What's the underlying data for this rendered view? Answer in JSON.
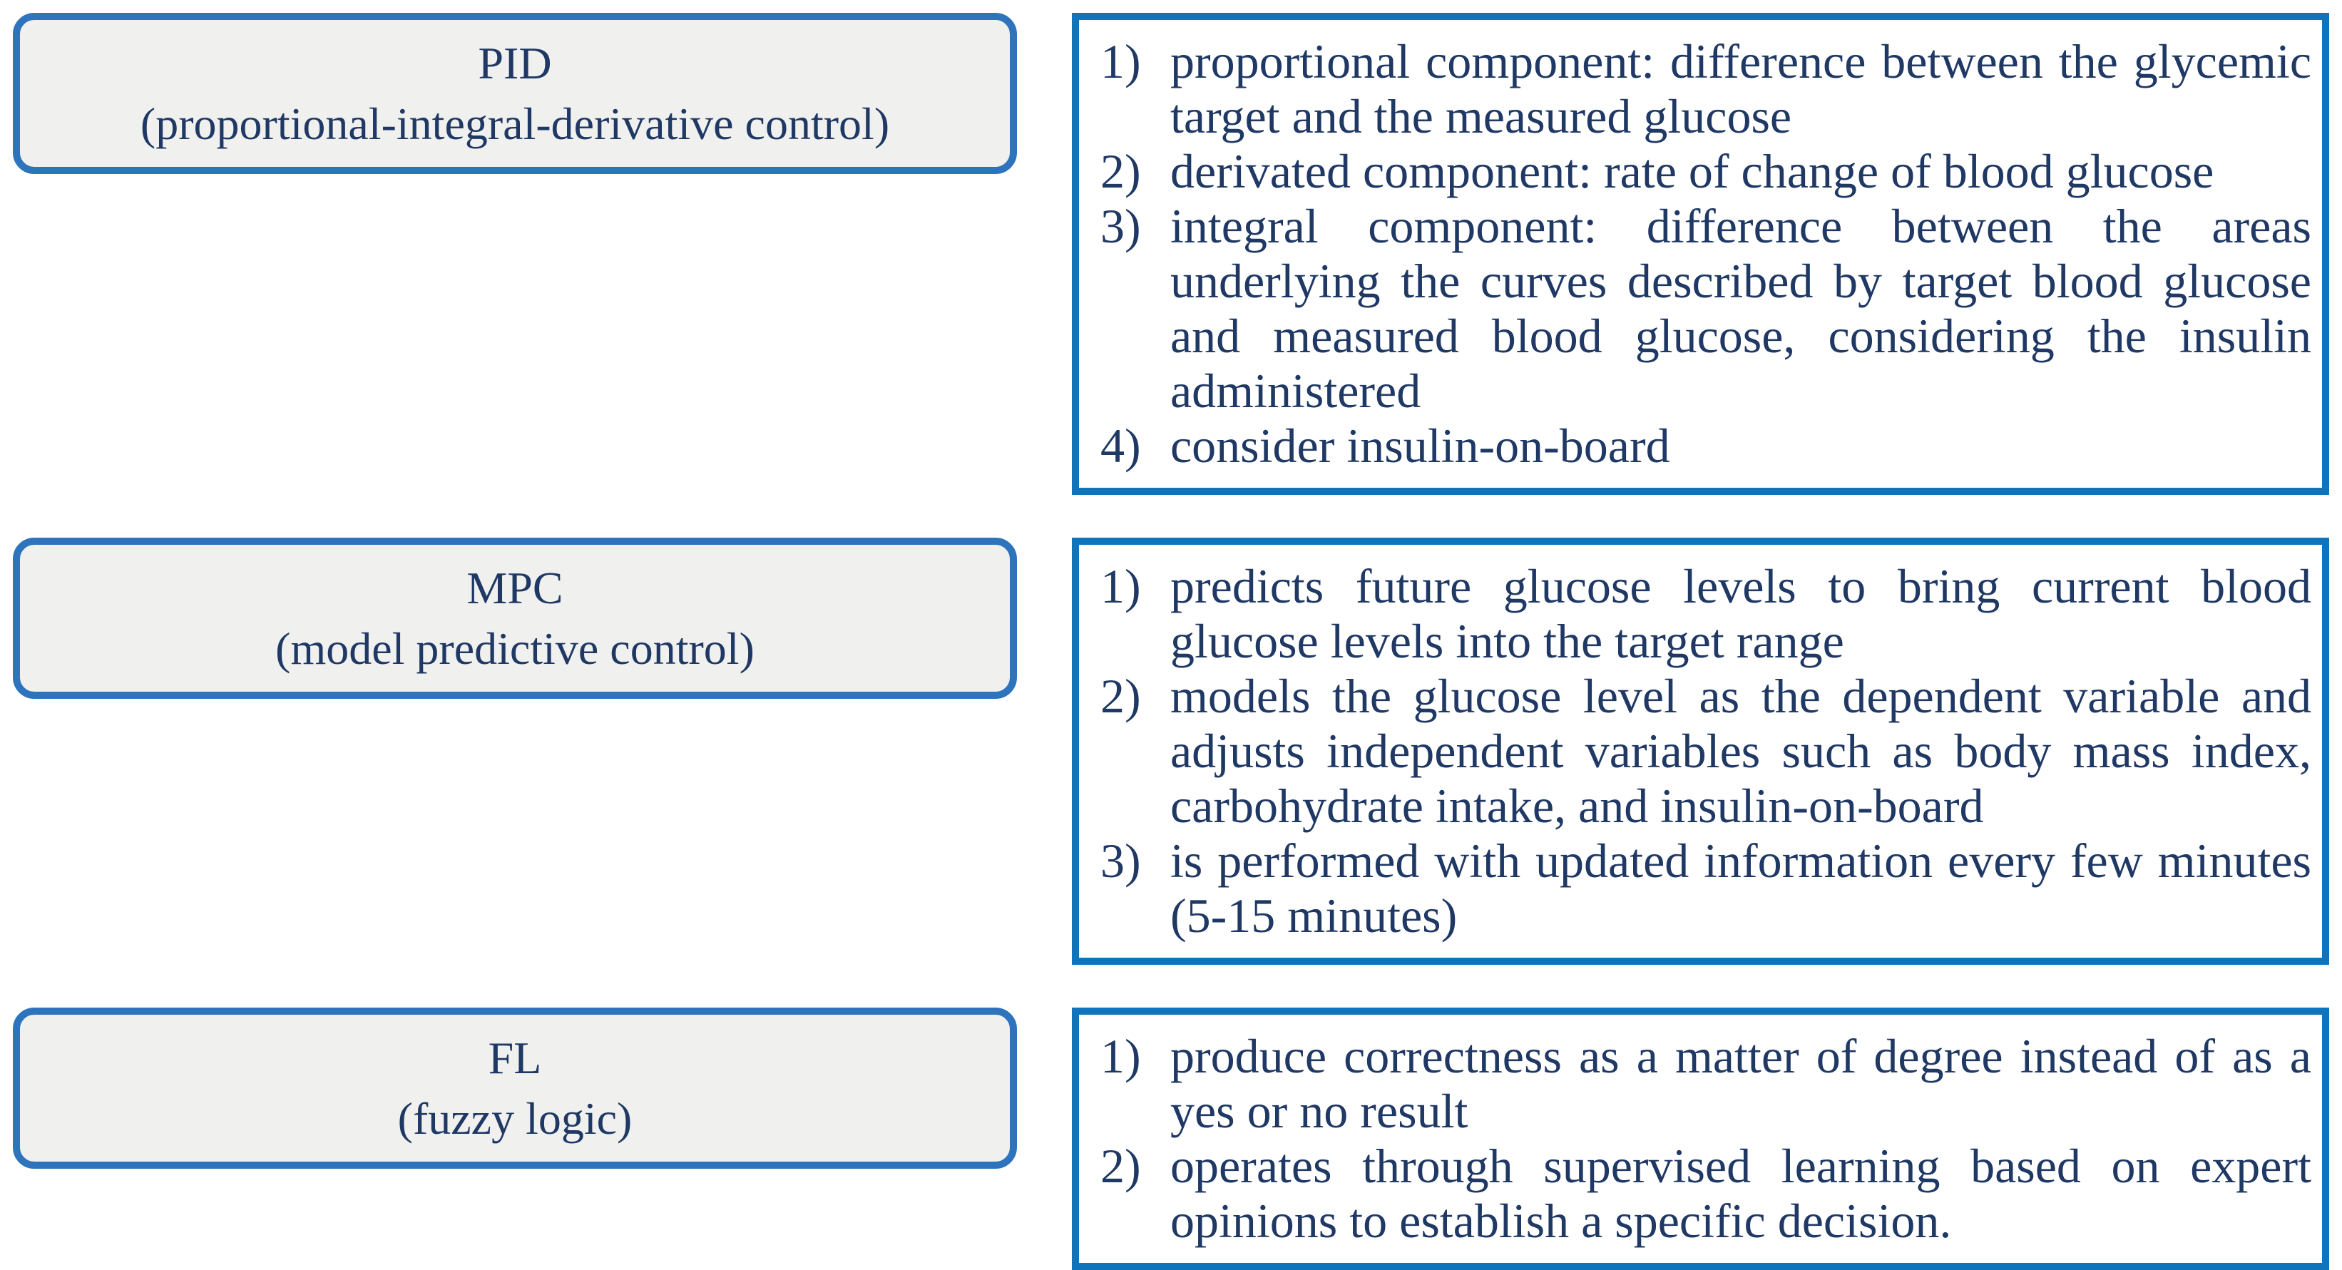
{
  "colors": {
    "text_navy": "#1f3864",
    "label_box_border": "#2e74bd",
    "label_box_fill": "#f0f0ef",
    "detail_box_border": "#0f74bc",
    "background": "#ffffff"
  },
  "rows": [
    {
      "acronym": "PID",
      "full_name": "(proportional-integral-derivative control)",
      "points": [
        {
          "marker": "1)",
          "text": "proportional component: difference between the glycemic target and the measured glucose"
        },
        {
          "marker": "2)",
          "text": "derivated component: rate of change of blood glucose"
        },
        {
          "marker": "3)",
          "text": "integral component: difference between the areas underlying the curves described by target blood glucose and measured blood glucose, considering the insulin administered"
        },
        {
          "marker": "4)",
          "text": "consider insulin-on-board"
        }
      ]
    },
    {
      "acronym": "MPC",
      "full_name": "(model predictive control)",
      "points": [
        {
          "marker": "1)",
          "text": "predicts future glucose levels to bring current blood glucose levels into the target range"
        },
        {
          "marker": "2)",
          "text": "models the glucose level as the dependent variable and adjusts independent variables such as body mass index, carbohydrate intake, and insulin-on-board"
        },
        {
          "marker": "3)",
          "text": "is performed with updated information every few minutes (5-15 minutes)"
        }
      ]
    },
    {
      "acronym": "FL",
      "full_name": "(fuzzy logic)",
      "points": [
        {
          "marker": "1)",
          "text": "produce correctness as a matter of degree instead of as a yes or no result"
        },
        {
          "marker": "2)",
          "text": "operates through supervised learning based on expert opinions to establish a specific decision."
        }
      ]
    }
  ]
}
